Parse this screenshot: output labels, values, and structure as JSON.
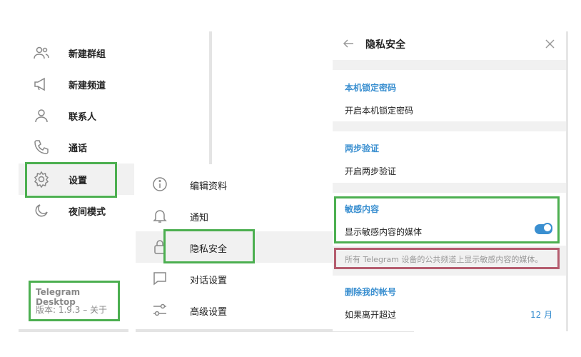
{
  "left_menu": {
    "items": [
      {
        "label": "新建群组",
        "icon": "new-group-icon"
      },
      {
        "label": "新建频道",
        "icon": "new-channel-icon"
      },
      {
        "label": "联系人",
        "icon": "contacts-icon"
      },
      {
        "label": "通话",
        "icon": "calls-icon"
      },
      {
        "label": "设置",
        "icon": "settings-icon"
      },
      {
        "label": "夜间模式",
        "icon": "night-mode-icon"
      }
    ],
    "app_name": "Telegram Desktop",
    "version": "版本: 1.9.3  – 关于"
  },
  "settings_menu": {
    "items": [
      {
        "label": "编辑资料",
        "icon": "info-icon"
      },
      {
        "label": "通知",
        "icon": "bell-icon"
      },
      {
        "label": "隐私安全",
        "icon": "lock-icon"
      },
      {
        "label": "对话设置",
        "icon": "chat-icon"
      },
      {
        "label": "高级设置",
        "icon": "sliders-icon"
      }
    ]
  },
  "privacy_panel": {
    "title": "隐私安全",
    "sections": {
      "passcode": {
        "title": "本机锁定密码",
        "row": "开启本机锁定密码"
      },
      "two_step": {
        "title": "两步验证",
        "row": "开启两步验证"
      },
      "sensitive": {
        "title": "敏感内容",
        "row": "显示敏感内容的媒体",
        "toggle_on": true,
        "note": "所有 Telegram 设备的公共频道上显示敏感内容的媒体。"
      },
      "delete_account": {
        "title": "删除我的帐号",
        "row": "如果离开超过",
        "value": "12 月"
      }
    }
  },
  "colors": {
    "accent": "#3a8fd0",
    "highlight_green": "#4caf50",
    "highlight_red": "#b45c6e"
  }
}
